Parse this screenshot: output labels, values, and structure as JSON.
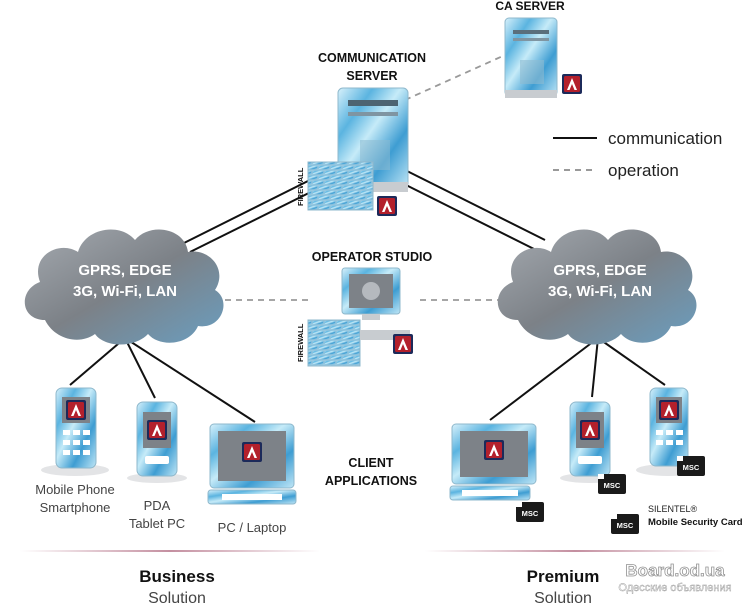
{
  "nodes": {
    "ca_server": {
      "label": "CA SERVER"
    },
    "communication_server": {
      "label_line1": "COMMUNICATION",
      "label_line2": "SERVER",
      "firewall": "FIREWALL"
    },
    "operator_studio": {
      "label": "OPERATOR STUDIO",
      "firewall": "FIREWALL"
    },
    "cloud_left": {
      "line1": "GPRS, EDGE",
      "line2": "3G, Wi-Fi, LAN"
    },
    "cloud_right": {
      "line1": "GPRS, EDGE",
      "line2": "3G, Wi-Fi, LAN"
    },
    "client_applications": {
      "line1": "CLIENT",
      "line2": "APPLICATIONS"
    }
  },
  "legend": {
    "communication": "communication",
    "operation": "operation"
  },
  "devices_left": {
    "phone_line1": "Mobile Phone",
    "phone_line2": "Smartphone",
    "pda_line1": "PDA",
    "pda_line2": "Tablet PC",
    "pc": "PC / Laptop"
  },
  "devices_right": {
    "msc": "MSC",
    "silentel_line1": "SILENTEL®",
    "silentel_line2": "Mobile Security Card"
  },
  "solutions": {
    "business_title": "Business",
    "business_sub": "Solution",
    "premium_title": "Premium",
    "premium_sub": "Solution"
  },
  "watermark": {
    "line1": "Board.od.ua",
    "line2": "Одесские объявления"
  },
  "colors": {
    "blue_light": "#9fd8ef",
    "blue_mid": "#4aa8d8",
    "cloud": "#8a8f95",
    "logo_red": "#b3202c",
    "logo_navy": "#1c2a5a",
    "divider": "#c9a5b0"
  },
  "icons": [
    "server-icon",
    "firewall-icon",
    "cloud-icon",
    "monitor-icon",
    "phone-icon",
    "pda-icon",
    "laptop-icon",
    "msc-card-icon",
    "logo-a-icon"
  ]
}
